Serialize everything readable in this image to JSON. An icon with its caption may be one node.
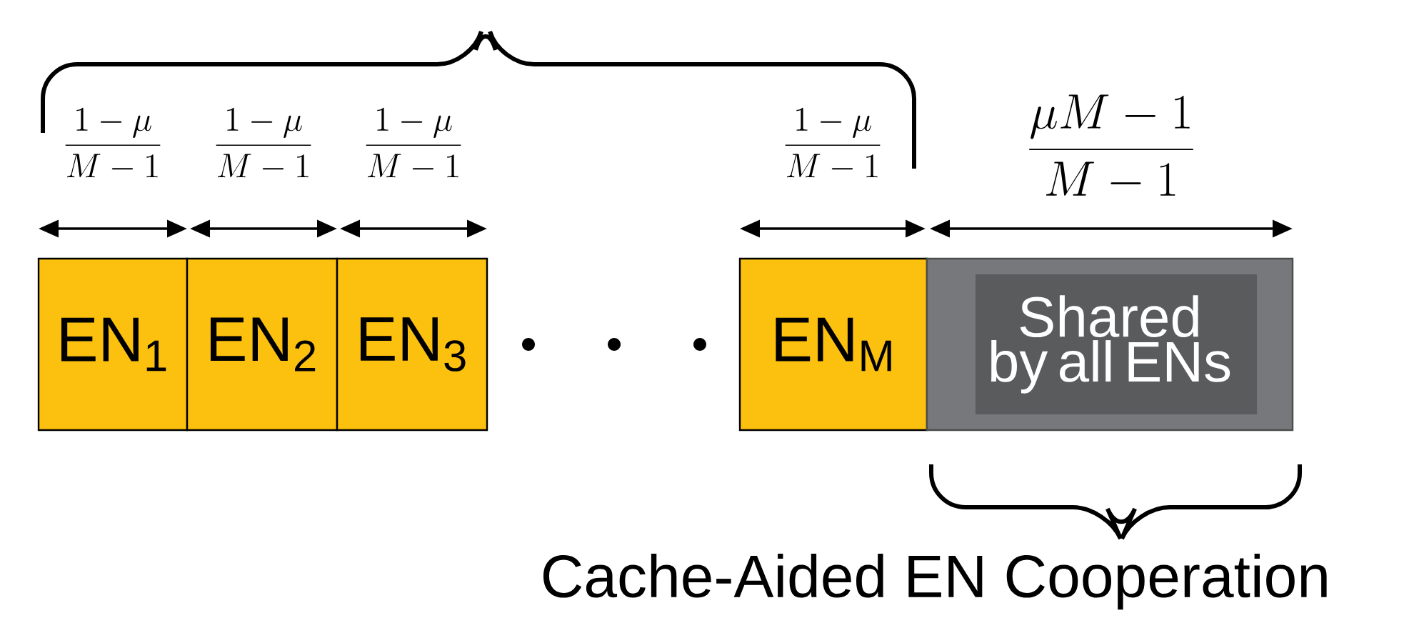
{
  "diagram": {
    "nodes": [
      {
        "text": [
          "EN$_{1}$"
        ]
      },
      {
        "text": [
          "EN$_{2}$"
        ]
      },
      {
        "text": [
          "EN$_{3}$"
        ]
      },
      {
        "text": [
          "EN$_{M}$"
        ]
      },
      {
        "text": [
          "Shared by all ENs"
        ]
      }
    ],
    "labels": [
      "\\frac{1-\\mu}{M-1}",
      "\\frac{1-\\mu}{M-1}",
      "\\frac{1-\\mu}{M-1}",
      "\\frac{1-\\mu}{M-1}",
      "\\frac{\\mu M-1}{M-1}",
      "Cache-Aided EN Cooperation"
    ]
  }
}
